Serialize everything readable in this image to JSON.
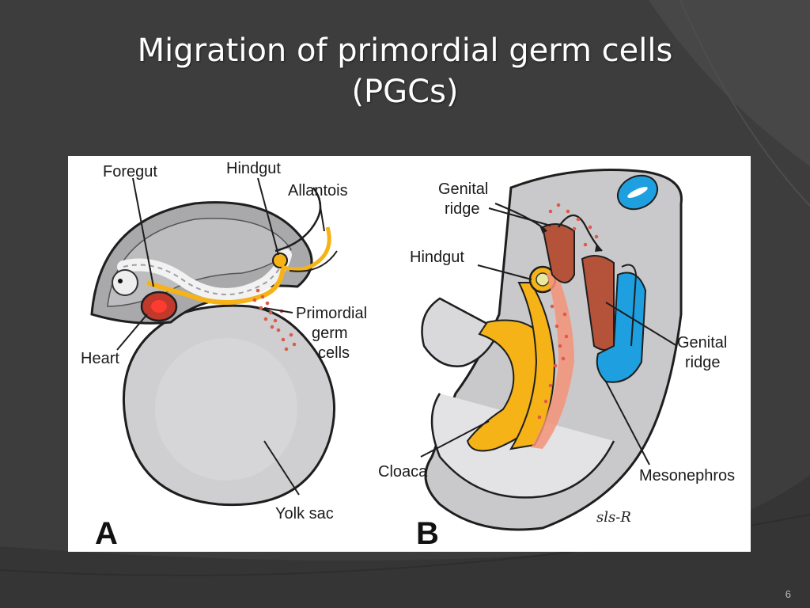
{
  "slide": {
    "title_line1": "Migration of primordial germ cells",
    "title_line2": "(PGCs)",
    "number": "6"
  },
  "figure": {
    "panel_a": {
      "letter": "A",
      "labels": {
        "foregut": "Foregut",
        "hindgut": "Hindgut",
        "allantois": "Allantois",
        "pgc_1": "Primordial",
        "pgc_2": "germ",
        "pgc_3": "cells",
        "heart": "Heart",
        "yolk_sac": "Yolk sac"
      }
    },
    "panel_b": {
      "letter": "B",
      "labels": {
        "genital_ridge_top_1": "Genital",
        "genital_ridge_top_2": "ridge",
        "hindgut": "Hindgut",
        "genital_ridge_right_1": "Genital",
        "genital_ridge_right_2": "ridge",
        "cloaca": "Cloaca",
        "mesonephros": "Mesonephros"
      },
      "signature": "sls-R"
    }
  },
  "colors": {
    "background": "#3d3d3d",
    "gut_yellow": "#f5b318",
    "heart_red": "#c0392b",
    "mesonephros_blue": "#1ea0e0",
    "ridge_rust": "#b5533a",
    "tissue_gray": "#c9c9cb"
  }
}
